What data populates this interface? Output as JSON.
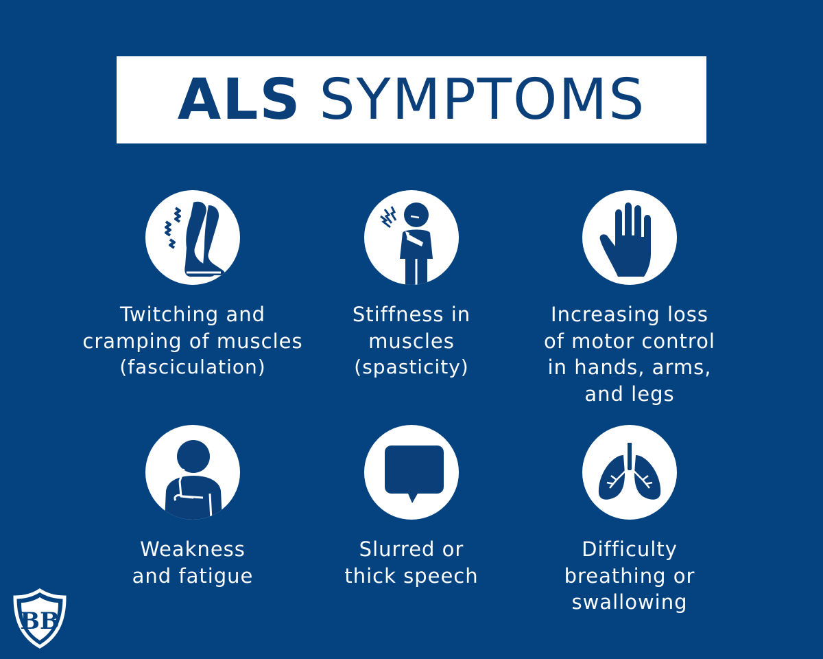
{
  "title": {
    "bold": "ALS",
    "light": "SYMPTOMS"
  },
  "colors": {
    "background": "#044380",
    "title_text": "#0a3f79",
    "icon_fill": "#0a3f79",
    "white": "#ffffff"
  },
  "symptoms": [
    {
      "icon": "twitching-legs-icon",
      "lines": [
        "Twitching and",
        "cramping of muscles"
      ],
      "note": "(fasciculation)"
    },
    {
      "icon": "stiff-shoulder-person-icon",
      "lines": [
        "Stiffness in",
        "muscles"
      ],
      "note": "(spasticity)"
    },
    {
      "icon": "hand-icon",
      "lines": [
        "Increasing loss",
        "of motor control",
        "in hands, arms,",
        "and legs"
      ],
      "note": ""
    },
    {
      "icon": "fatigued-person-icon",
      "lines": [
        "Weakness",
        "and fatigue"
      ],
      "note": ""
    },
    {
      "icon": "speech-bubble-icon",
      "lines": [
        "Slurred or",
        "thick speech"
      ],
      "note": ""
    },
    {
      "icon": "lungs-icon",
      "lines": [
        "Difficulty",
        "breathing or",
        "swallowing"
      ],
      "note": ""
    }
  ],
  "logo": {
    "icon": "shield-logo-icon",
    "letters": "BB"
  }
}
